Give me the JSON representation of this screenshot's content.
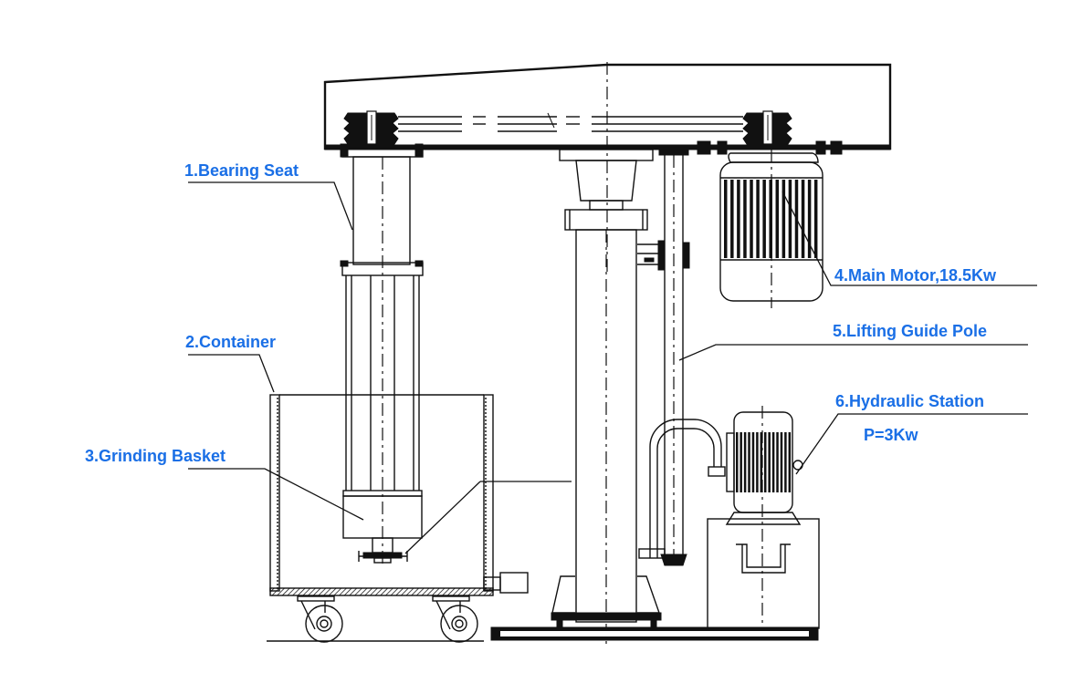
{
  "title": "High-speed dispersion grinding machine schematic",
  "accent_color": "#1a6fe6",
  "labels": {
    "bearing_seat": "1.Bearing Seat",
    "container": "2.Container",
    "grinding_basket": "3.Grinding Basket",
    "main_motor": "4.Main Motor,18.5Kw",
    "lifting_guide_pole": "5.Lifting Guide Pole",
    "hydraulic_station": "6.Hydraulic Station",
    "hydraulic_power": "P=3Kw"
  },
  "components": [
    {
      "id": 1,
      "name": "Bearing Seat"
    },
    {
      "id": 2,
      "name": "Container"
    },
    {
      "id": 3,
      "name": "Grinding Basket"
    },
    {
      "id": 4,
      "name": "Main Motor",
      "power": "18.5Kw"
    },
    {
      "id": 5,
      "name": "Lifting Guide Pole"
    },
    {
      "id": 6,
      "name": "Hydraulic Station",
      "power": "3Kw"
    }
  ]
}
